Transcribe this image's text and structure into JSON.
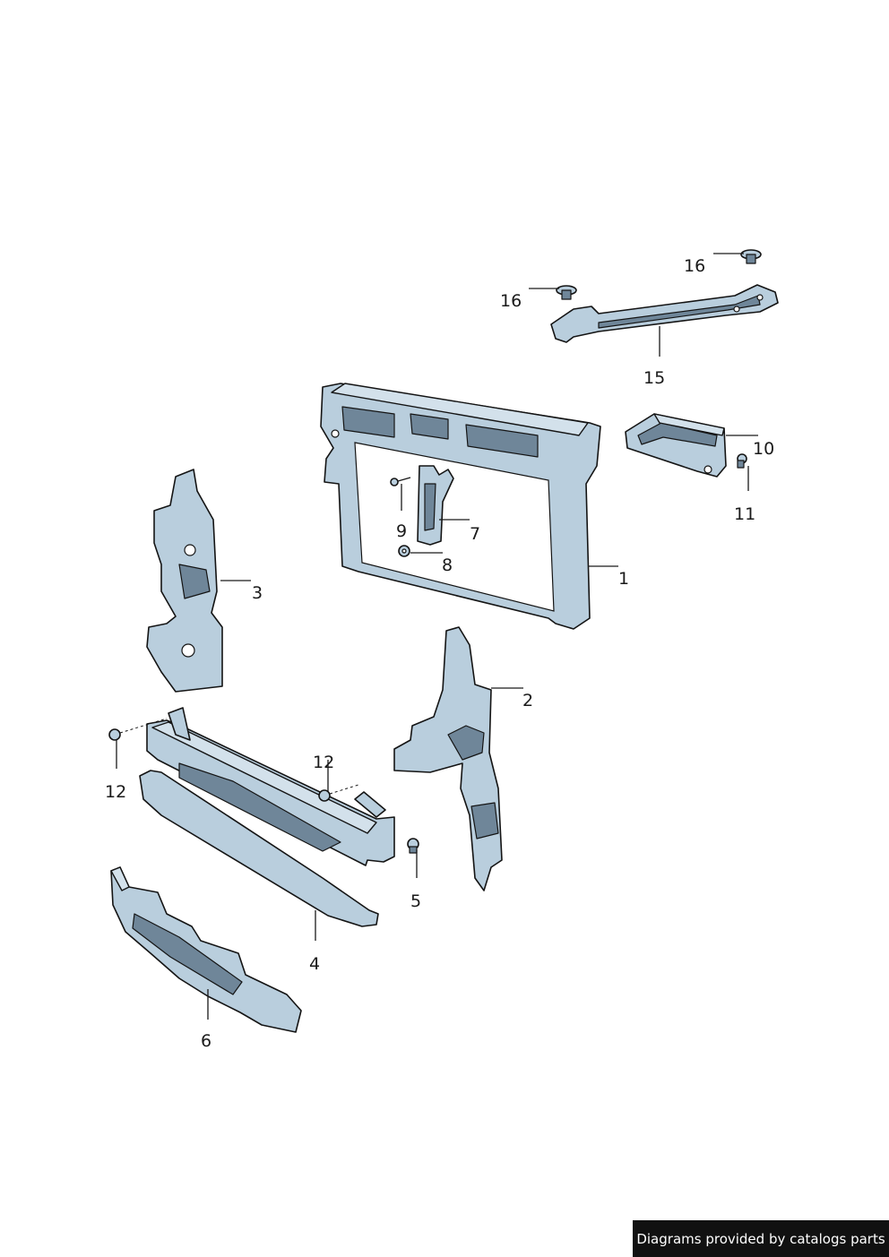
{
  "callouts": {
    "c1": "1",
    "c2": "2",
    "c3": "3",
    "c4": "4",
    "c5": "5",
    "c6": "6",
    "c7": "7",
    "c8": "8",
    "c9": "9",
    "c10": "10",
    "c11": "11",
    "c12a": "12",
    "c12b": "12",
    "c15": "15",
    "c16a": "16",
    "c16b": "16"
  },
  "credit": "Diagrams provided by catalogs parts",
  "colors": {
    "part_fill": "#b9cedd",
    "part_shadow": "#6f8699",
    "outline": "#141414",
    "banner_bg": "#111111",
    "banner_text": "#ffffff"
  }
}
